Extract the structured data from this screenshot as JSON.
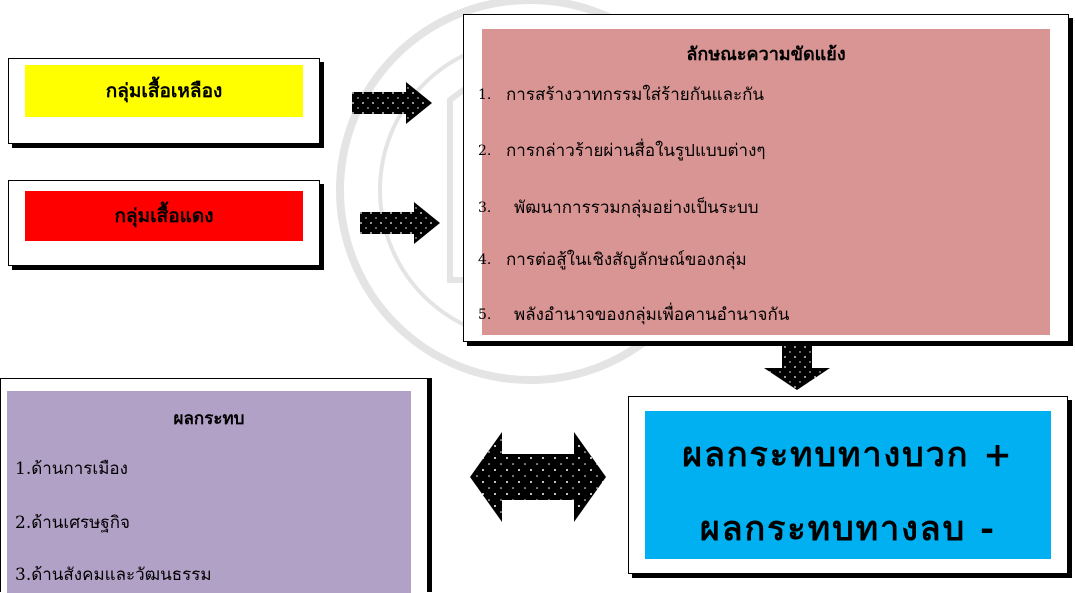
{
  "groups": [
    {
      "label": "กลุ่มเสื้อเหลือง",
      "color": "#ffff00"
    },
    {
      "label": "กลุ่มเสื้อแดง",
      "color": "#ff0000"
    }
  ],
  "characteristics": {
    "heading": "ลักษณะความขัดแย้ง",
    "color": "#d99594",
    "items": [
      {
        "num": "1.",
        "text": "การสร้างวาทกรรมใส่ร้ายกันและกัน"
      },
      {
        "num": "2.",
        "text": "การกล่าวร้ายผ่านสื่อในรูปแบบต่างๆ"
      },
      {
        "num": "3.",
        "text": "พัฒนาการรวมกลุ่มอย่างเป็นระบบ"
      },
      {
        "num": "4.",
        "text": "การต่อสู้ในเชิงสัญลักษณ์ของกลุ่ม"
      },
      {
        "num": "5.",
        "text": "พลังอำนาจของกลุ่มเพื่อคานอำนาจกัน"
      }
    ]
  },
  "impacts": {
    "heading": "ผลกระทบ",
    "color": "#b2a1c7",
    "items": [
      "1.ด้านการเมือง",
      "2.ด้านเศรษฐกิจ",
      "3.ด้านสังคมและวัฒนธรรม"
    ]
  },
  "results": {
    "color": "#00b0f0",
    "positive": "ผลกระทบทางบวก +",
    "negative": "ผลกระทบทางลบ  -"
  }
}
